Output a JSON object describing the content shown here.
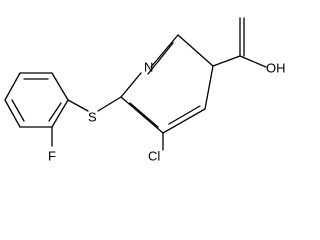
{
  "molecule": {
    "atoms": {
      "nitrogen": "N",
      "sulfur": "S",
      "fluorine": "F",
      "chlorine": "Cl",
      "hydroxyl": "OH"
    }
  },
  "colors": {
    "bond": "#000000",
    "background": "#ffffff",
    "text": "#000000"
  }
}
